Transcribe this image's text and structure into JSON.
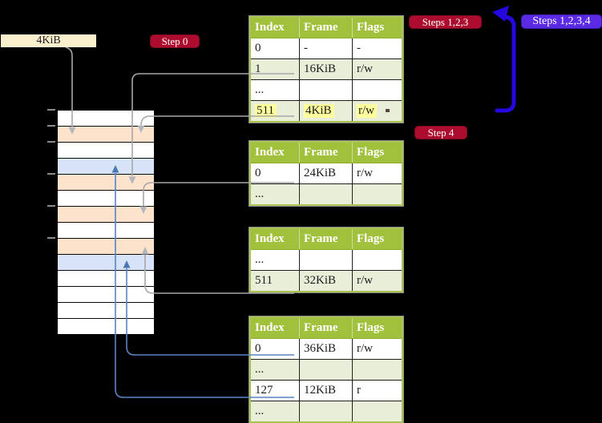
{
  "diagram": {
    "frame_box_label": "4KiB",
    "badges": {
      "step0": "Step 0",
      "steps123": "Steps 1,2,3",
      "steps1234": "Steps 1,2,3,4",
      "step4": "Step 4"
    },
    "memory_column": {
      "row_types": [
        "free",
        "page-table-frame",
        "free",
        "mapped-frame",
        "page-table-frame",
        "free",
        "page-table-frame",
        "free",
        "page-table-frame",
        "mapped-frame",
        "free",
        "free",
        "free",
        "free"
      ],
      "tick_count": 6
    },
    "tables": {
      "headers": [
        "Index",
        "Frame",
        "Flags"
      ],
      "t1_rows": [
        [
          "0",
          "-",
          "-"
        ],
        [
          "1",
          "16KiB",
          "r/w"
        ],
        [
          "...",
          "",
          ""
        ],
        [
          "511",
          "4KiB",
          "r/w"
        ]
      ],
      "t2_rows": [
        [
          "0",
          "24KiB",
          "r/w"
        ],
        [
          "...",
          "",
          ""
        ]
      ],
      "t3_rows": [
        [
          "...",
          "",
          ""
        ],
        [
          "511",
          "32KiB",
          "r/w"
        ]
      ],
      "t4_rows": [
        [
          "0",
          "36KiB",
          "r/w"
        ],
        [
          "...",
          "",
          ""
        ],
        [
          "127",
          "12KiB",
          "r"
        ],
        [
          "...",
          "",
          ""
        ]
      ]
    },
    "colors": {
      "badge_red": "#ac0c2e",
      "badge_violet": "#5a2ae4",
      "big_arrow_blue": "#2408df",
      "table_header_green": "#a1c03c",
      "row_shade_green": "#e9eed9",
      "page_table_frame_orange": "#fde3cb",
      "mapped_frame_blue": "#d7e3f6",
      "highlight_yellow": "#ffff9e",
      "frame_box_cream": "#fbf0cd",
      "gray_connector": "#a7a7a7",
      "blue_connector": "#5b83c4"
    }
  }
}
